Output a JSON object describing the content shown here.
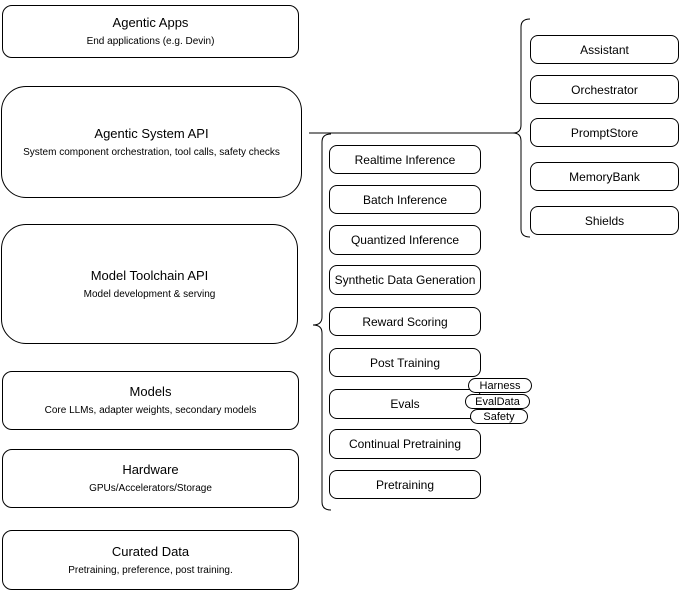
{
  "left": [
    {
      "title": "Agentic Apps",
      "subtitle": "End applications (e.g. Devin)"
    },
    {
      "title": "Agentic System API",
      "subtitle": "System component orchestration, tool calls, safety checks"
    },
    {
      "title": "Model Toolchain API",
      "subtitle": "Model development & serving"
    },
    {
      "title": "Models",
      "subtitle": "Core LLMs, adapter weights, secondary models"
    },
    {
      "title": "Hardware",
      "subtitle": "GPUs/Accelerators/Storage"
    },
    {
      "title": "Curated Data",
      "subtitle": "Pretraining, preference, post training."
    }
  ],
  "toolchain": [
    "Realtime Inference",
    "Batch Inference",
    "Quantized Inference",
    "Synthetic Data Generation",
    "Reward Scoring",
    "Post Training",
    "Evals",
    "Continual Pretraining",
    "Pretraining"
  ],
  "eval_tags": [
    "Harness",
    "EvalData",
    "Safety"
  ],
  "system_components": [
    "Assistant",
    "Orchestrator",
    "PromptStore",
    "MemoryBank",
    "Shields"
  ],
  "colors": {
    "line": "#000000",
    "box_border": "#000000",
    "box_background": "#ffffff",
    "text": "#000000",
    "page_background": "#ffffff"
  }
}
